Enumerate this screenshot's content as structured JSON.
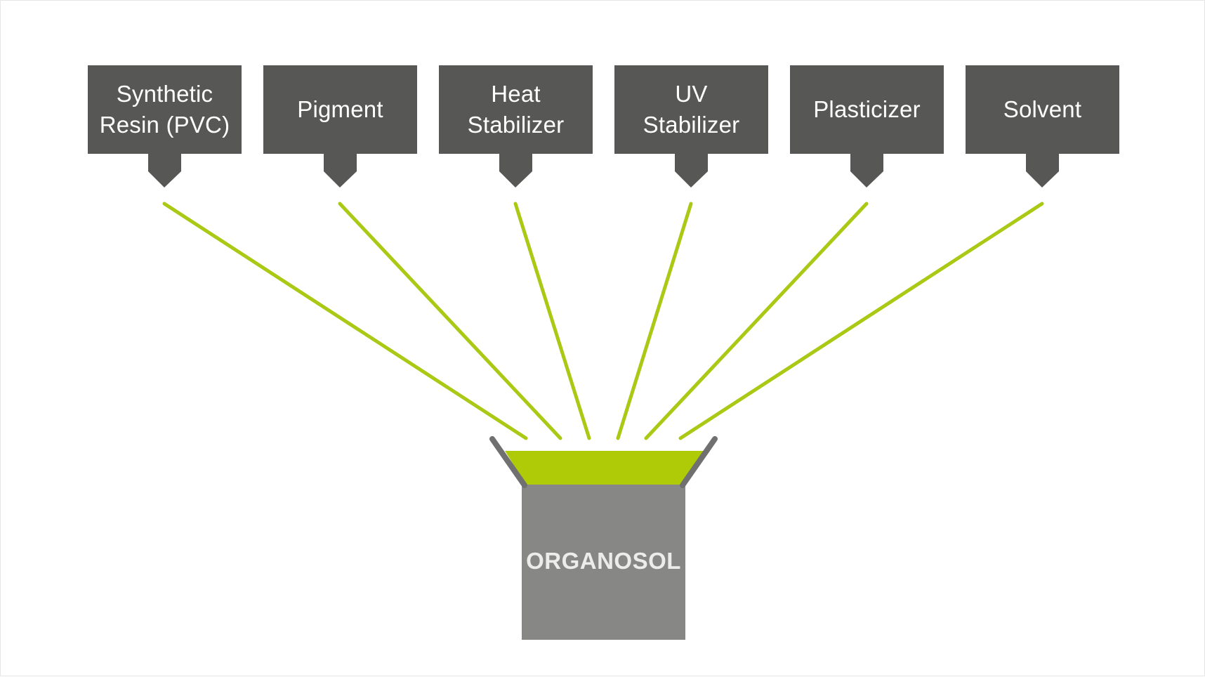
{
  "diagram": {
    "ingredients": [
      {
        "id": "synthetic-resin",
        "label": "Synthetic\nResin (PVC)"
      },
      {
        "id": "pigment",
        "label": "Pigment"
      },
      {
        "id": "heat-stabilizer",
        "label": "Heat\nStabilizer"
      },
      {
        "id": "uv-stabilizer",
        "label": "UV\nStabilizer"
      },
      {
        "id": "plasticizer",
        "label": "Plasticizer"
      },
      {
        "id": "solvent",
        "label": "Solvent"
      }
    ],
    "product": {
      "label": "ORGANOSOL"
    },
    "colors": {
      "box": "#575756",
      "connector": "#a9c914",
      "container": "#878786",
      "container_rim": "#707070",
      "liquid": "#afcb08",
      "text": "#ffffff"
    }
  }
}
